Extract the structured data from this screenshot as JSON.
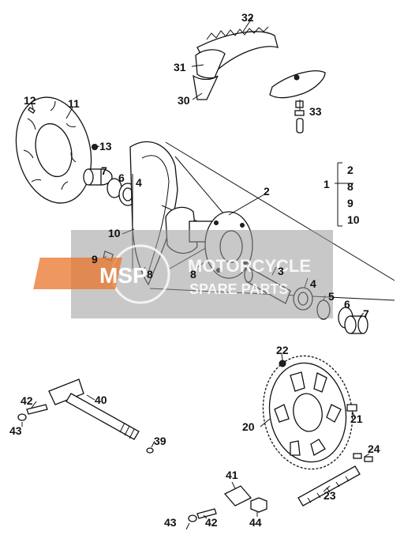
{
  "callouts": {
    "c32": "32",
    "c31": "31",
    "c30": "30",
    "c33": "33",
    "c12": "12",
    "c11": "11",
    "c13": "13",
    "c7a": "7",
    "c6a": "6",
    "c4a": "4",
    "c2": "2",
    "c10": "10",
    "c9": "9",
    "c8a": "8",
    "c8b": "8",
    "c3": "3",
    "c4b": "4",
    "c5": "5",
    "c6b": "6",
    "c7b": "7",
    "c1": "1",
    "c22": "22",
    "c20": "20",
    "c21": "21",
    "c24": "24",
    "c23": "23",
    "c42a": "42",
    "c43a": "43",
    "c40": "40",
    "c39": "39",
    "c41": "41",
    "c43b": "43",
    "c42b": "42",
    "c44": "44"
  },
  "group_list": [
    "2",
    "8",
    "9",
    "10"
  ],
  "watermark": {
    "logo": "MSP",
    "line1": "MOTORCYCLE",
    "line2": "SPARE PARTS",
    "accent": "#e8742a",
    "overlay": "#9a9a9a"
  }
}
